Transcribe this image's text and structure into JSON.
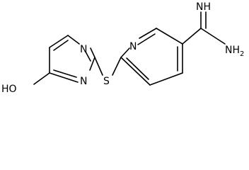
{
  "structure": {
    "labels": {
      "ring_n_upper": "N",
      "ring_n_lower": "N",
      "hydroxyl": "HO",
      "sulfur": "S",
      "pyridine_n": "N",
      "imine": "NH",
      "amine": "NH",
      "amine_subscript": "2"
    },
    "colors": {
      "line": "#000000",
      "background": "#ffffff"
    }
  }
}
